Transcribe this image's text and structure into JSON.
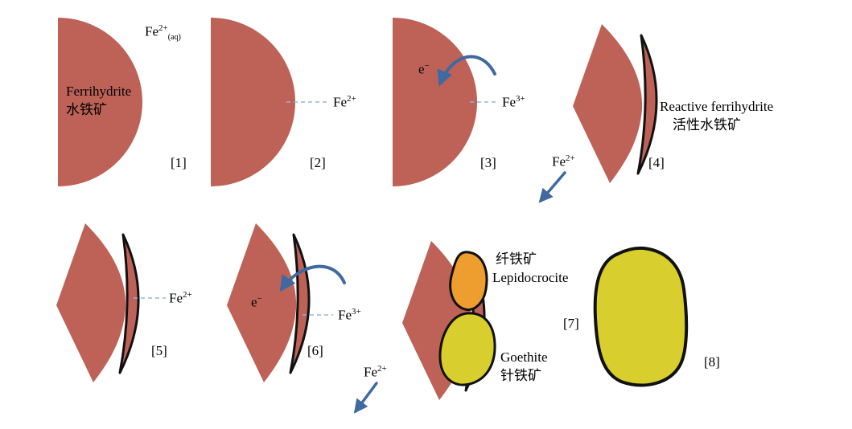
{
  "colors": {
    "ferrihydrite": "#BE6258",
    "outline": "#111111",
    "arrow_blue": "#40699F",
    "dashed_blue": "#95B3D7",
    "lepidocrocite_orange": "#EE9E2E",
    "goethite_yellow": "#D8CE2D"
  },
  "labels": {
    "panel1": {
      "title_en": "Ferrihydrite",
      "title_zh": "水铁矿",
      "ion_base": "Fe",
      "ion_sup": "2+",
      "ion_sub": "(aq)",
      "index": "[1]"
    },
    "panel2": {
      "ion_base": "Fe",
      "ion_sup": "2+",
      "index": "[2]"
    },
    "panel3": {
      "electron_base": "e",
      "electron_sup": "−",
      "ion_base": "Fe",
      "ion_sup": "3+",
      "index": "[3]"
    },
    "panel4": {
      "title_en": "Reactive ferrihydrite",
      "title_zh": "活性水铁矿",
      "release_base": "Fe",
      "release_sup": "2+",
      "index": "[4]"
    },
    "panel5": {
      "ion_base": "Fe",
      "ion_sup": "2+",
      "index": "[5]"
    },
    "panel6": {
      "electron_base": "e",
      "electron_sup": "−",
      "ion_base": "Fe",
      "ion_sup": "3+",
      "index": "[6]"
    },
    "panel7": {
      "lepidocrocite_zh": "纤铁矿",
      "lepidocrocite_en": "Lepidocrocite",
      "goethite_en": "Goethite",
      "goethite_zh": "针铁矿",
      "release_base": "Fe",
      "release_sup": "2+",
      "index": "[7]"
    },
    "panel8": {
      "index": "[8]"
    }
  }
}
